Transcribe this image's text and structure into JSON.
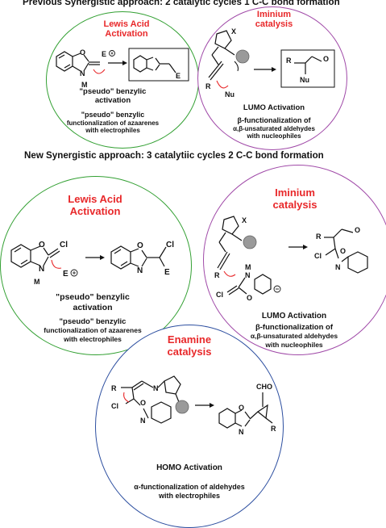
{
  "headings": {
    "previous": "Previous Synergistic approach: 2 catalytic cycles 1 C-C bond formation",
    "new": "New Synergistic approach: 3 catalytiic cycles 2 C-C bond formation"
  },
  "top": {
    "lewis": {
      "title_line1": "Lewis Acid",
      "title_line2": "Activation",
      "pseudo_line1": "\"pseudo\" benzylic",
      "pseudo_line2": "activation",
      "desc_line1": "\"pseudo\" benzylic",
      "desc_line2": "functionalization of azaarenes",
      "desc_line3": "with electrophiles",
      "atoms": {
        "o": "O",
        "n": "N",
        "m": "M",
        "eplus": "E",
        "e": "E"
      }
    },
    "iminium": {
      "title_line1": "Iminium",
      "title_line2": "catalysis",
      "lumo": "LUMO Activation",
      "desc_line1": "β-functionalization of",
      "desc_line2": "α,β-unsaturated aldehydes",
      "desc_line3": "with nucleophiles",
      "atoms": {
        "x": "X",
        "r": "R",
        "nu": "Nu",
        "r2": "R",
        "nu2": "Nu",
        "o": "O"
      }
    }
  },
  "bottom": {
    "lewis": {
      "title_line1": "Lewis Acid",
      "title_line2": "Activation",
      "pseudo_line1": "\"pseudo\" benzylic",
      "pseudo_line2": "activation",
      "desc_line1": "\"pseudo\" benzylic",
      "desc_line2": "functionalization of azaarenes",
      "desc_line3": "with electrophiles",
      "atoms": {
        "o": "O",
        "n": "N",
        "m": "M",
        "cl": "Cl",
        "eplus": "E",
        "o2": "O",
        "n2": "N",
        "cl2": "Cl",
        "e": "E"
      }
    },
    "iminium": {
      "title_line1": "Iminium",
      "title_line2": "catalysis",
      "lumo": "LUMO Activation",
      "desc_line1": "β-functionalization of",
      "desc_line2": "α,β-unsaturated aldehydes",
      "desc_line3": "with nucleophiles",
      "atoms": {
        "x": "X",
        "r": "R",
        "cl": "Cl",
        "m": "M",
        "n": "N",
        "o": "O",
        "r2": "R",
        "o2": "O",
        "cl2": "Cl",
        "n2": "N",
        "o3": "O"
      }
    },
    "enamine": {
      "title_line1": "Enamine",
      "title_line2": "catalysis",
      "homo": "HOMO Activation",
      "desc_line1": "α-functionalization of aldehydes",
      "desc_line2": "with electrophiles",
      "atoms": {
        "r": "R",
        "n": "N",
        "cl": "Cl",
        "o": "O",
        "n2": "N",
        "cho": "CHO",
        "o2": "O",
        "n3": "N",
        "r2": "R"
      }
    }
  },
  "colors": {
    "green": "#33a033",
    "purple": "#a04aa8",
    "blue": "#2d4fa0",
    "red": "#e8282a"
  }
}
